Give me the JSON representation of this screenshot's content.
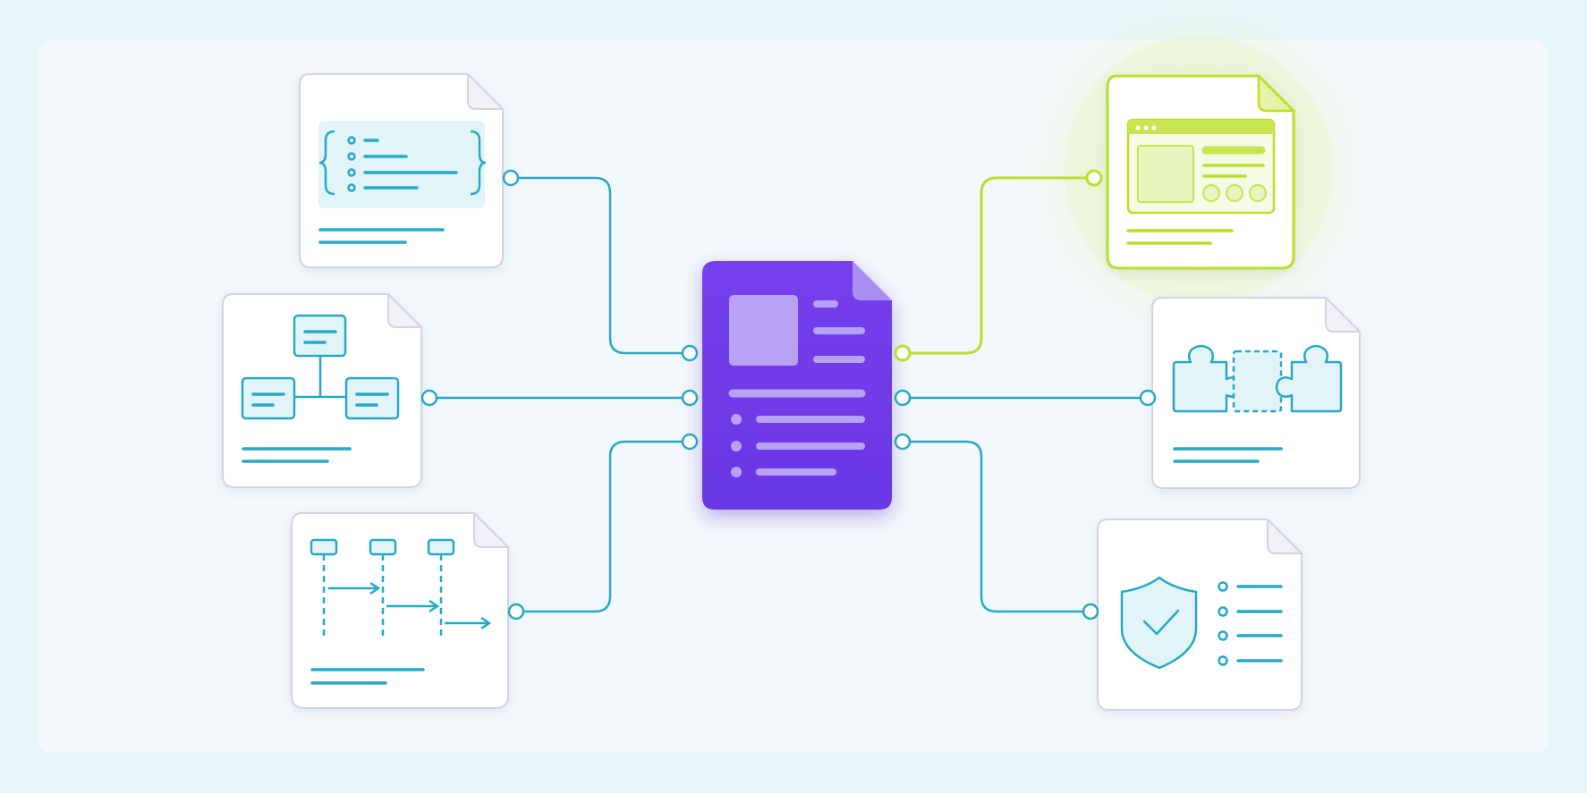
{
  "colors": {
    "page_background": "#e6f5fa",
    "canvas_background": "#f2f8fb",
    "document_border": "#d3d3e4",
    "connector_teal": "#26a9c6",
    "highlight_lime": "#b9df2b",
    "central_document": "#6e3ae8"
  },
  "nodes": [
    {
      "id": "central-document",
      "icon": "document-list-icon",
      "state": "hub"
    },
    {
      "id": "code-structure-document",
      "icon": "curly-braces-list-icon",
      "side": "left"
    },
    {
      "id": "hierarchy-document",
      "icon": "org-chart-icon",
      "side": "left"
    },
    {
      "id": "sequence-document",
      "icon": "sequence-diagram-icon",
      "side": "left"
    },
    {
      "id": "ui-layout-document",
      "icon": "browser-window-icon",
      "side": "right",
      "state": "highlighted"
    },
    {
      "id": "components-document",
      "icon": "puzzle-pieces-icon",
      "side": "right"
    },
    {
      "id": "security-document",
      "icon": "shield-check-icon",
      "side": "right"
    }
  ],
  "edges": [
    {
      "from": "code-structure-document",
      "to": "central-document",
      "color": "teal"
    },
    {
      "from": "hierarchy-document",
      "to": "central-document",
      "color": "teal"
    },
    {
      "from": "sequence-document",
      "to": "central-document",
      "color": "teal"
    },
    {
      "from": "central-document",
      "to": "ui-layout-document",
      "color": "lime"
    },
    {
      "from": "central-document",
      "to": "components-document",
      "color": "teal"
    },
    {
      "from": "central-document",
      "to": "security-document",
      "color": "teal"
    }
  ]
}
